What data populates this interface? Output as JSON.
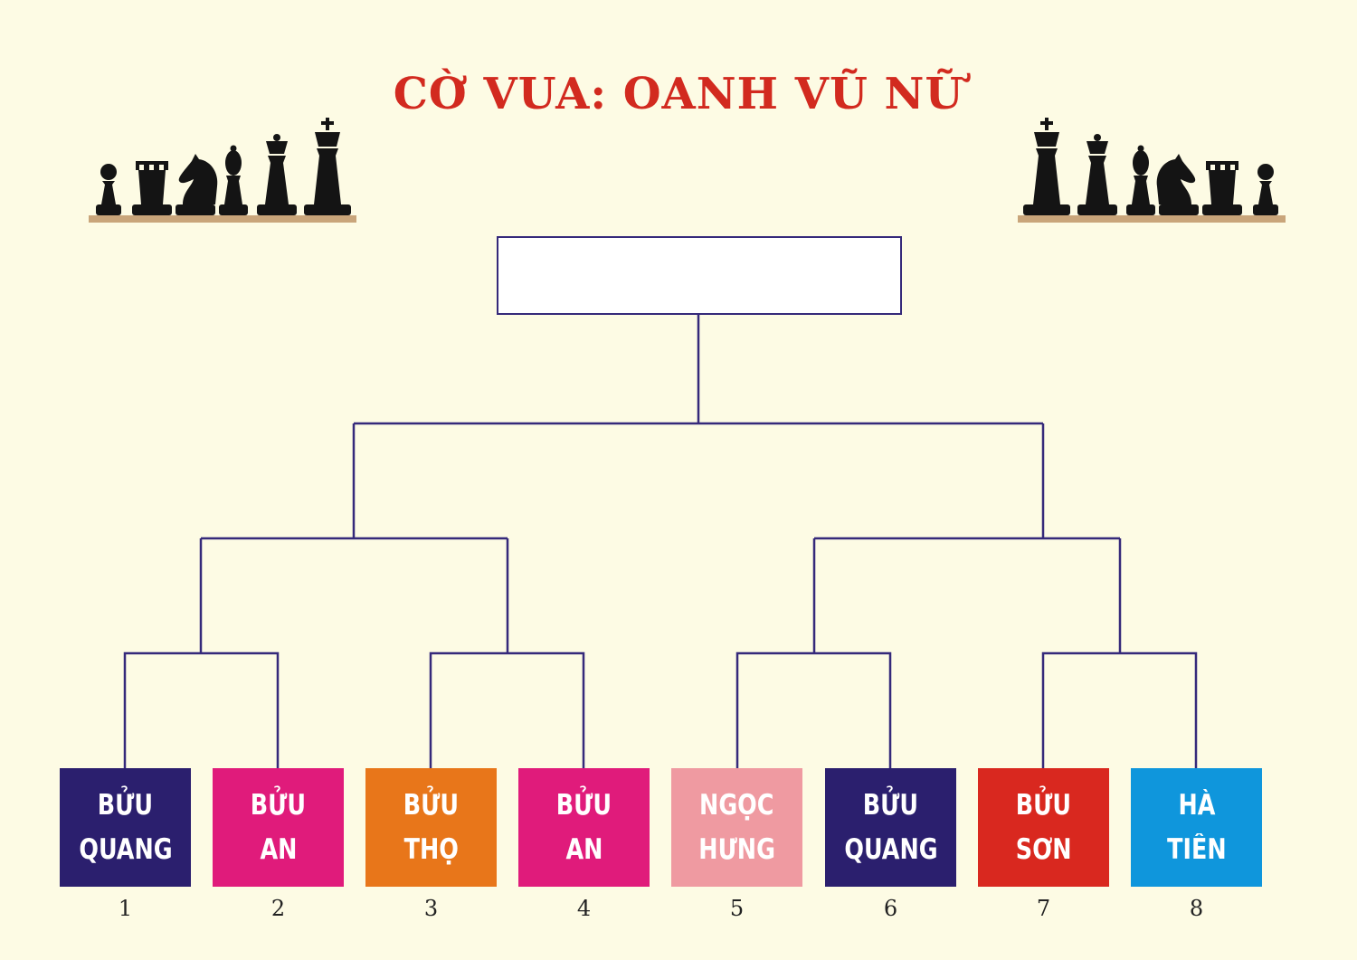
{
  "title": "CỜ VUA: OANH VŨ NỮ",
  "winner": "",
  "colors": {
    "title": "#d22a1f",
    "line": "#35297a",
    "background": "#fdfbe4"
  },
  "teams": [
    {
      "line1": "BỬU",
      "line2": "QUANG",
      "number": "1",
      "color": "#2b1f6e"
    },
    {
      "line1": "BỬU",
      "line2": "AN",
      "number": "2",
      "color": "#e01b7b"
    },
    {
      "line1": "BỬU",
      "line2": "THỌ",
      "number": "3",
      "color": "#e8761a"
    },
    {
      "line1": "BỬU",
      "line2": "AN",
      "number": "4",
      "color": "#e01b7b"
    },
    {
      "line1": "NGỌC",
      "line2": "HƯNG",
      "number": "5",
      "color": "#ef9aa1"
    },
    {
      "line1": "BỬU",
      "line2": "QUANG",
      "number": "6",
      "color": "#2b1f6e"
    },
    {
      "line1": "BỬU",
      "line2": "SƠN",
      "number": "7",
      "color": "#d9281f"
    },
    {
      "line1": "HÀ",
      "line2": "TIÊN",
      "number": "8",
      "color": "#0f96dc"
    }
  ]
}
